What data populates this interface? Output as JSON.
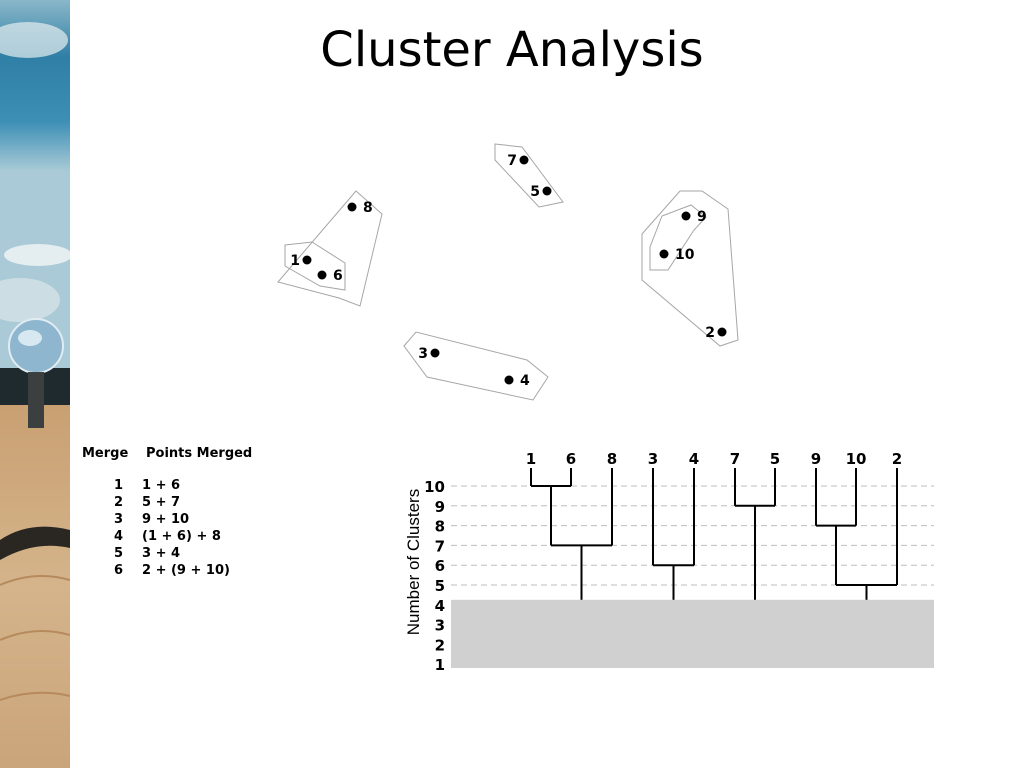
{
  "title": "Cluster Analysis",
  "points": [
    {
      "id": "1",
      "label": "1"
    },
    {
      "id": "2",
      "label": "2"
    },
    {
      "id": "3",
      "label": "3"
    },
    {
      "id": "4",
      "label": "4"
    },
    {
      "id": "5",
      "label": "5"
    },
    {
      "id": "6",
      "label": "6"
    },
    {
      "id": "7",
      "label": "7"
    },
    {
      "id": "8",
      "label": "8"
    },
    {
      "id": "9",
      "label": "9"
    },
    {
      "id": "10",
      "label": "10"
    }
  ],
  "merge_table": {
    "header_merge": "Merge",
    "header_points": "Points Merged",
    "rows": [
      {
        "step": "1",
        "merged": "1 + 6"
      },
      {
        "step": "2",
        "merged": "5 + 7"
      },
      {
        "step": "3",
        "merged": "9 + 10"
      },
      {
        "step": "4",
        "merged": "(1 + 6) + 8"
      },
      {
        "step": "5",
        "merged": "3 + 4"
      },
      {
        "step": "6",
        "merged": "2 + (9 + 10)"
      }
    ]
  },
  "dendrogram": {
    "axis_title": "Number of Clusters",
    "leaf_order": [
      "1",
      "6",
      "8",
      "3",
      "4",
      "7",
      "5",
      "9",
      "10",
      "2"
    ],
    "y_ticks": [
      "10",
      "9",
      "8",
      "7",
      "6",
      "5",
      "4",
      "3",
      "2",
      "1"
    ],
    "cut_level": 4,
    "merges": [
      {
        "a": "1",
        "b": "6",
        "level": 10
      },
      {
        "a": "7",
        "b": "5",
        "level": 9
      },
      {
        "a": "9",
        "b": "10",
        "level": 8
      },
      {
        "a": "(1,6)",
        "b": "8",
        "level": 7
      },
      {
        "a": "3",
        "b": "4",
        "level": 6
      },
      {
        "a": "(9,10)",
        "b": "2",
        "level": 5
      }
    ],
    "colors": {
      "shade": "#d0d0d0",
      "grid": "#bdbdbd",
      "lines": "#000000"
    }
  }
}
